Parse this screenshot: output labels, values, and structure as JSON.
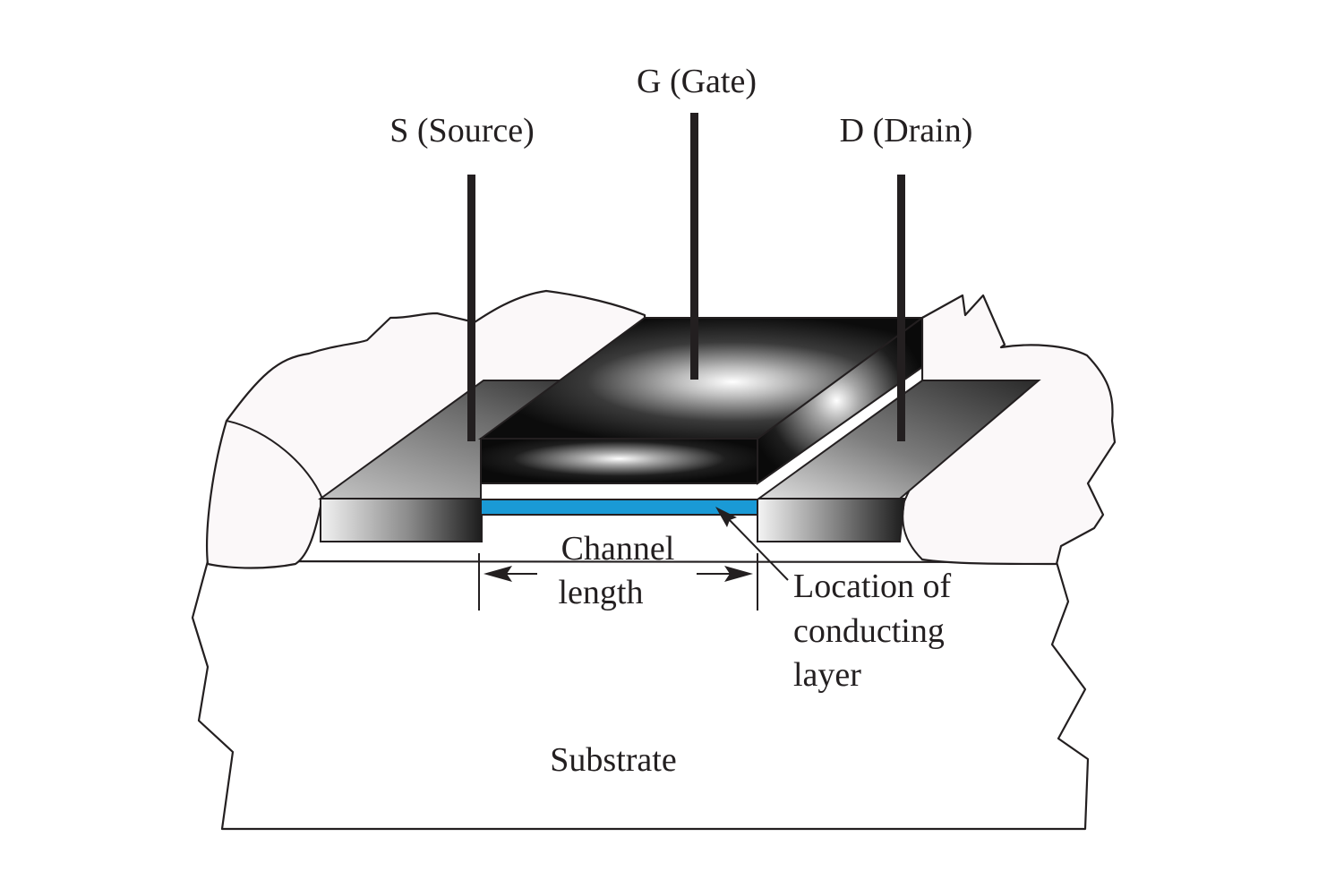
{
  "terminals": {
    "gate": "G (Gate)",
    "source": "S (Source)",
    "drain": "D (Drain)"
  },
  "channel_length": {
    "line1": "Channel",
    "line2": "length"
  },
  "conducting_layer": {
    "line1": "Location of",
    "line2": "conducting",
    "line3": "layer"
  },
  "substrate": "Substrate",
  "colors": {
    "channel_layer": "#1a9ad6",
    "outline": "#231f20",
    "substrate_fill": "#ffffff",
    "background_fill": "#fbf8f9"
  }
}
